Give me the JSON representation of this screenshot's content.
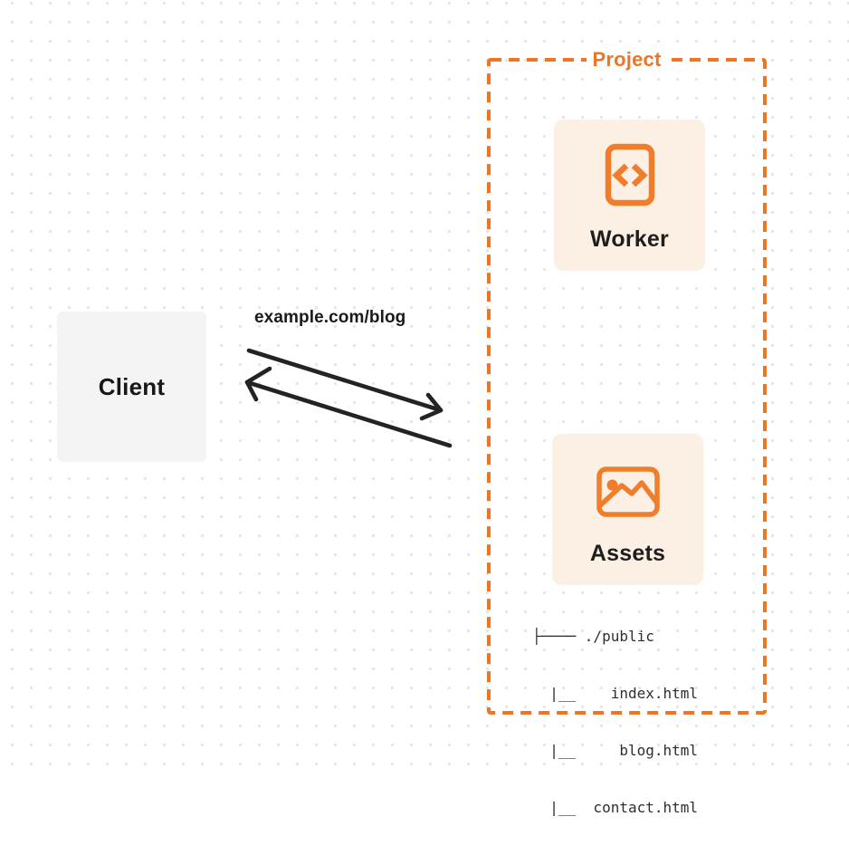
{
  "colors": {
    "background": "#FFFFFF",
    "dot_grid": "#E4E4E7",
    "accent_orange": "#ED7524",
    "icon_orange": "#EF7D2B",
    "card_cream": "#FBF0E3",
    "client_gray": "#F4F4F5",
    "arrow_dark": "#232323",
    "text_dark": "#1E1E1E"
  },
  "client": {
    "label": "Client"
  },
  "request": {
    "label": "example.com/blog"
  },
  "arrows": {
    "request_direction": "client-to-project",
    "response_direction": "project-to-client"
  },
  "project": {
    "label": "Project",
    "worker": {
      "label": "Worker",
      "icon": "code-document-icon"
    },
    "assets": {
      "label": "Assets",
      "icon": "image-icon",
      "file_tree": [
        "├──── ./public",
        "  |__    index.html",
        "  |__     blog.html",
        "  |__  contact.html"
      ]
    }
  }
}
